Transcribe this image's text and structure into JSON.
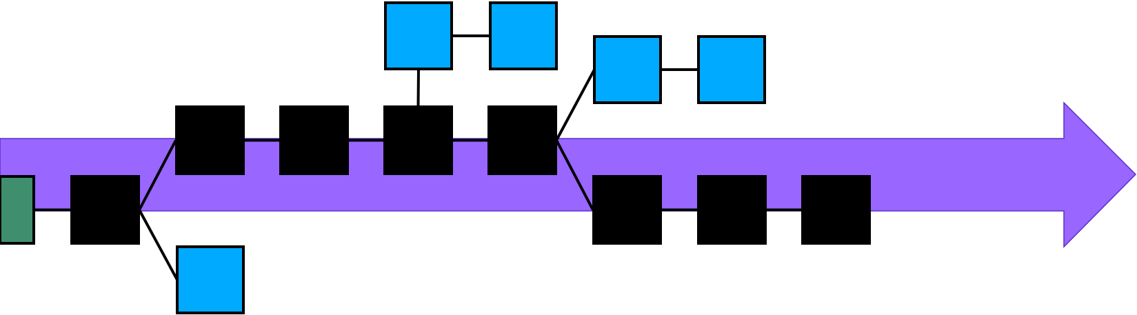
{
  "diagram": {
    "colors": {
      "arrow_fill": "#9966ff",
      "arrow_stroke": "#5b2fc9",
      "black_node": "#000000",
      "blue_node": "#00aaff",
      "green_node": "#3f8f6f",
      "connector": "#000000",
      "background": "#ffffff"
    },
    "nodes": [
      {
        "id": "n-green",
        "kind": "green"
      },
      {
        "id": "n-black-1",
        "kind": "black"
      },
      {
        "id": "n-black-2",
        "kind": "black"
      },
      {
        "id": "n-black-3",
        "kind": "black"
      },
      {
        "id": "n-black-4",
        "kind": "black"
      },
      {
        "id": "n-black-5",
        "kind": "black"
      },
      {
        "id": "n-black-6",
        "kind": "black"
      },
      {
        "id": "n-black-7",
        "kind": "black"
      },
      {
        "id": "n-black-8",
        "kind": "black"
      },
      {
        "id": "n-blue-1",
        "kind": "blue"
      },
      {
        "id": "n-blue-2",
        "kind": "blue"
      },
      {
        "id": "n-blue-3",
        "kind": "blue"
      },
      {
        "id": "n-blue-4",
        "kind": "blue"
      },
      {
        "id": "n-blue-5",
        "kind": "blue"
      }
    ],
    "edges": [
      [
        "n-green",
        "n-black-1"
      ],
      [
        "n-black-1",
        "n-black-2"
      ],
      [
        "n-black-1",
        "n-blue-1"
      ],
      [
        "n-black-2",
        "n-black-3"
      ],
      [
        "n-black-3",
        "n-black-4"
      ],
      [
        "n-black-4",
        "n-black-5"
      ],
      [
        "n-black-4",
        "n-blue-2"
      ],
      [
        "n-blue-2",
        "n-blue-3"
      ],
      [
        "n-black-5",
        "n-blue-4"
      ],
      [
        "n-blue-4",
        "n-blue-5"
      ],
      [
        "n-black-5",
        "n-black-6"
      ],
      [
        "n-black-6",
        "n-black-7"
      ],
      [
        "n-black-7",
        "n-black-8"
      ]
    ]
  }
}
